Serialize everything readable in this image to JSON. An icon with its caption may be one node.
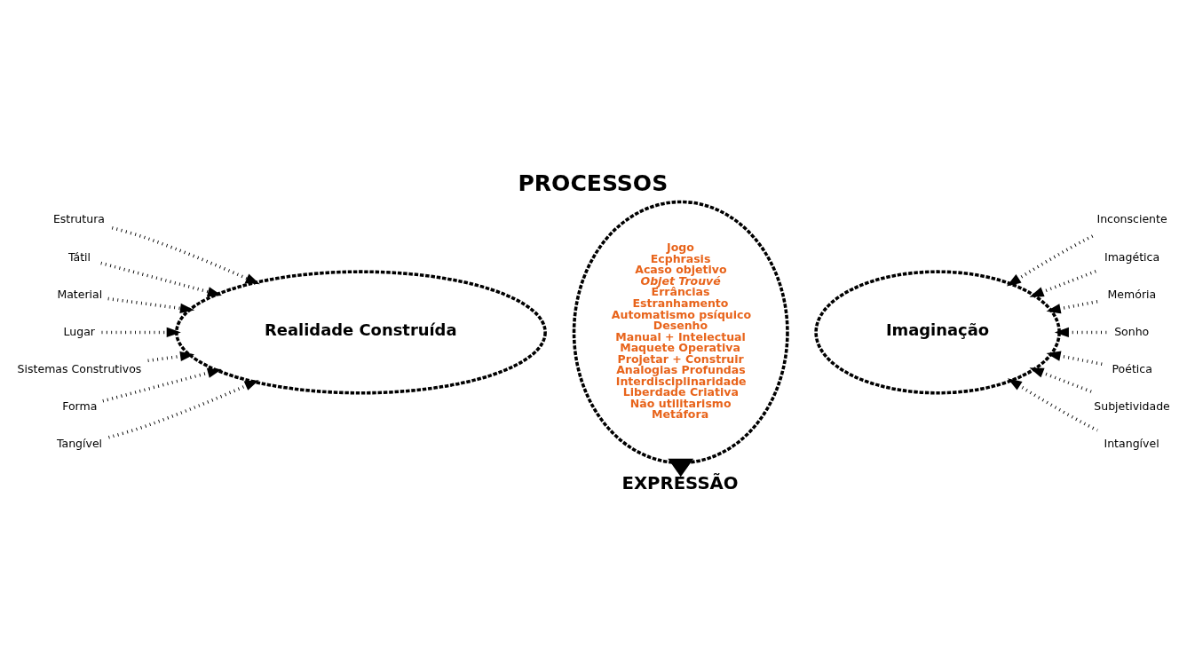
{
  "diagram": {
    "title": "PROCESSOS",
    "nodes": [
      {
        "text": [
          "Realidade Construída"
        ]
      },
      {
        "text": [
          "Imaginação"
        ]
      },
      {
        "text": [
          "Jogo",
          "Ecphrasis",
          "Acaso objetivo",
          "Objet Trouvé",
          "Errâncias",
          "Estranhamento",
          "Automatismo psíquico",
          "Desenho",
          "Manual + Intelectual",
          "Maquete Operativa",
          "Projetar + Construir",
          "Analogias Profundas",
          "Interdisciplinaridade",
          "Liberdade Criativa",
          "Não utilitarismo",
          "Metáfora"
        ]
      },
      {
        "text": [
          "EXPRESSÃO"
        ]
      },
      {
        "text": [
          "Estrutura"
        ]
      },
      {
        "text": [
          "Tátil"
        ]
      },
      {
        "text": [
          "Material"
        ]
      },
      {
        "text": [
          "Lugar"
        ]
      },
      {
        "text": [
          "Sistemas Construtivos"
        ]
      },
      {
        "text": [
          "Forma"
        ]
      },
      {
        "text": [
          "Tangível"
        ]
      },
      {
        "text": [
          "Inconsciente"
        ]
      },
      {
        "text": [
          "Imagética"
        ]
      },
      {
        "text": [
          "Memória"
        ]
      },
      {
        "text": [
          "Sonho"
        ]
      },
      {
        "text": [
          "Poética"
        ]
      },
      {
        "text": [
          "Subjetividade"
        ]
      },
      {
        "text": [
          "Intangível"
        ]
      }
    ],
    "edges": [
      {
        "from": 2,
        "to": 3,
        "arrow": "to",
        "style": "thick"
      },
      {
        "from": 4,
        "to": 0,
        "arrow": "to"
      },
      {
        "from": 5,
        "to": 0,
        "arrow": "to"
      },
      {
        "from": 6,
        "to": 0,
        "arrow": "to"
      },
      {
        "from": 7,
        "to": 0,
        "arrow": "to"
      },
      {
        "from": 8,
        "to": 0,
        "arrow": "to"
      },
      {
        "from": 9,
        "to": 0,
        "arrow": "to"
      },
      {
        "from": 10,
        "to": 0,
        "arrow": "to"
      },
      {
        "from": 11,
        "to": 1,
        "arrow": "to"
      },
      {
        "from": 12,
        "to": 1,
        "arrow": "to"
      },
      {
        "from": 13,
        "to": 1,
        "arrow": "to"
      },
      {
        "from": 14,
        "to": 1,
        "arrow": "to"
      },
      {
        "from": 15,
        "to": 1,
        "arrow": "to"
      },
      {
        "from": 16,
        "to": 1,
        "arrow": "to"
      },
      {
        "from": 17,
        "to": 1,
        "arrow": "to"
      }
    ]
  }
}
